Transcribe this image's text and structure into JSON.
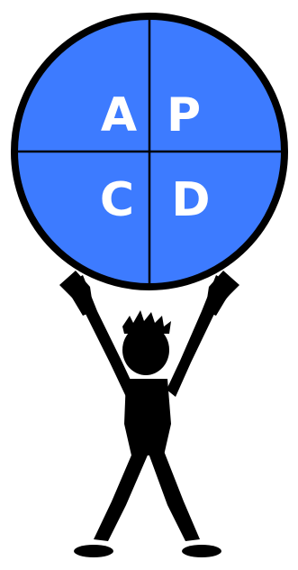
{
  "circle": {
    "fill_color": "#3d7bff",
    "outline_color": "#000000",
    "quadrants": {
      "top_left": "A",
      "top_right": "P",
      "bottom_left": "C",
      "bottom_right": "D"
    }
  },
  "figure": {
    "color": "#000000"
  }
}
